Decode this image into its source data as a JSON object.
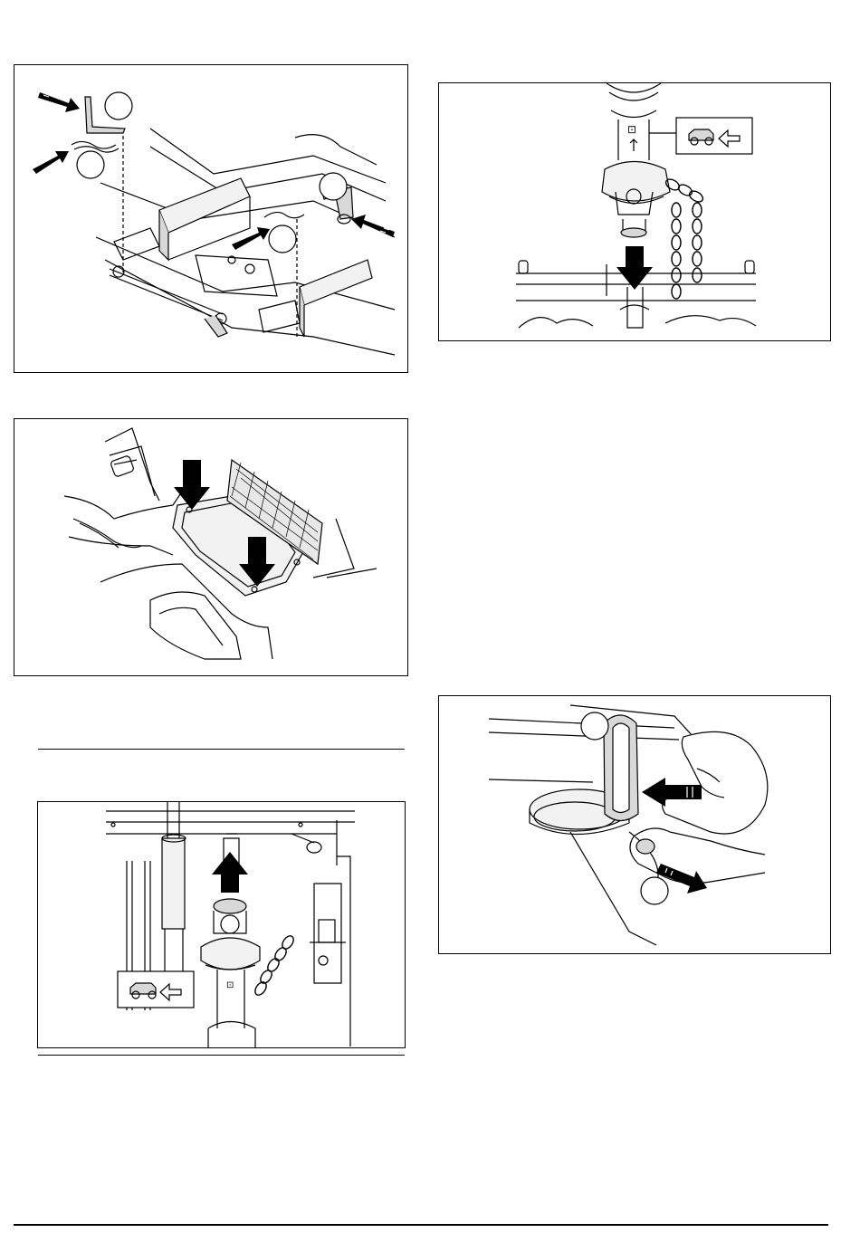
{
  "page": {
    "figures": [
      {
        "id": "hitch-pins",
        "callouts": [
          "",
          "",
          "",
          ""
        ]
      },
      {
        "id": "floor-cover-screws",
        "callouts": []
      },
      {
        "id": "pto-shaft-connect",
        "callouts": []
      },
      {
        "id": "pto-shaft-gearbox",
        "callouts": []
      },
      {
        "id": "belt-guard-release",
        "callouts": [
          "",
          ""
        ]
      }
    ]
  },
  "colors": {
    "line": "#000000",
    "background": "#ffffff",
    "fill_light": "#f2f2f2",
    "fill_mid": "#d8d8d8"
  }
}
